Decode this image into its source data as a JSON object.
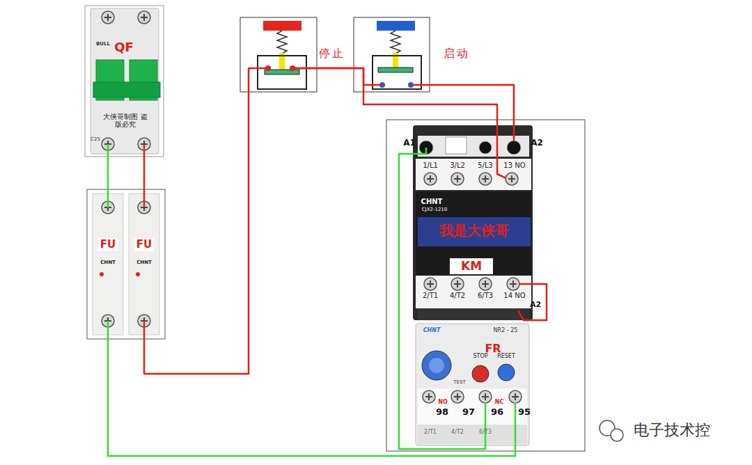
{
  "diagram": {
    "nodes": [
      {
        "text": [
          "QF"
        ]
      },
      {
        "text": [
          "FU"
        ]
      },
      {
        "text": [
          "FU"
        ]
      },
      {
        "text": [
          "停止"
        ]
      },
      {
        "text": [
          "启动"
        ]
      },
      {
        "text": [
          "KM"
        ]
      },
      {
        "text": [
          "FR"
        ]
      }
    ],
    "edges": [
      {
        "from": 0,
        "to": 1,
        "arrow": "none"
      },
      {
        "from": 0,
        "to": 2,
        "arrow": "none"
      },
      {
        "from": 2,
        "to": 3,
        "arrow": "none"
      },
      {
        "from": 3,
        "to": 4,
        "arrow": "none"
      },
      {
        "from": 3,
        "to": 5,
        "arrow": "none"
      },
      {
        "from": 4,
        "to": 5,
        "arrow": "none"
      },
      {
        "from": 5,
        "to": 6,
        "arrow": "none"
      },
      {
        "from": 1,
        "to": 6,
        "arrow": "none"
      }
    ],
    "labels": [
      "BULL",
      "大侠哥制图 盗版必究",
      "C25",
      "CHNT",
      "CHNT",
      "A1",
      "A2",
      "1/L1",
      "3/L2",
      "5/L3",
      "13 NO",
      "CHNT",
      "CJX2-1210",
      "我是大侠哥",
      "2/T1",
      "4/T2",
      "6/T3",
      "14 NO",
      "A2",
      "CHNT",
      "NR2 - 25",
      "STOP",
      "RESET",
      "TEST",
      "NO",
      "NC",
      "98",
      "97",
      "96",
      "95",
      "2/T1",
      "4/T2",
      "6/T3",
      "电子技术控"
    ]
  }
}
